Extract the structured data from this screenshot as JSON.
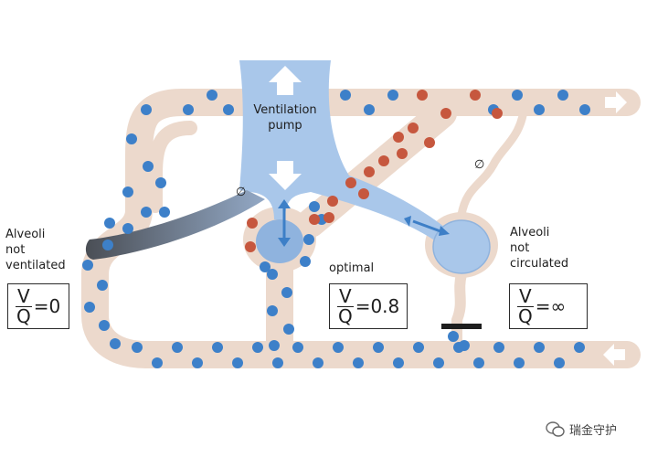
{
  "labels": {
    "pump_line1": "Ventilation",
    "pump_line2": "pump",
    "left_line1": "Alveoli",
    "left_line2": "not",
    "left_line3": "ventilated",
    "middle": "optimal",
    "right_line1": "Alveoli",
    "right_line2": "not",
    "right_line3": "circulated",
    "null_symbol": "∅"
  },
  "ratios": [
    {
      "numerator": "V",
      "denominator": "Q",
      "value": "=0"
    },
    {
      "numerator": "V",
      "denominator": "Q",
      "value": "=0.8"
    },
    {
      "numerator": "V",
      "denominator": "Q",
      "value": "=∞"
    }
  ],
  "watermark": "瑞金守护",
  "colors": {
    "vessel": "#ecd9cc",
    "air": "#a9c7ea",
    "alveolus": "#8fb3de",
    "blue_cell": "#3d80c9",
    "red_cell": "#c6573e",
    "arrow_dark": "#3d7fc7"
  },
  "icons": [
    "up-arrow-icon",
    "down-arrow-icon",
    "double-arrow-icon",
    "flow-arrow-icon",
    "null-symbol-icon",
    "clamp-icon",
    "wechat-icon"
  ]
}
